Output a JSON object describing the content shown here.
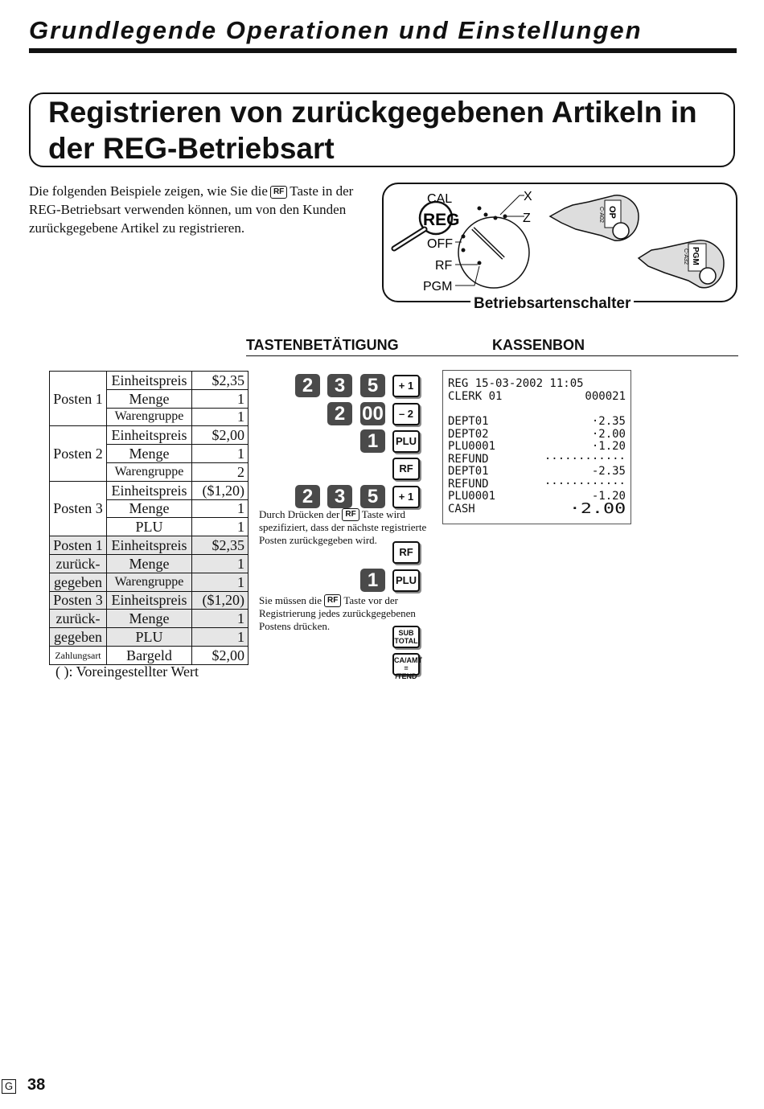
{
  "chapter_title": "Grundlegende Operationen und Einstellungen",
  "section_title": "Registrieren von zurückgegebenen Artikeln in der REG-Betriebsart",
  "intro": {
    "before_key": "Die folgenden Beispiele zeigen, wie Sie die",
    "key": "RF",
    "after_key": "Taste in der REG-Betriebsart verwenden können, um von den Kunden zurückgegebene Artikel zu registrieren."
  },
  "mode_switch": {
    "positions": [
      "CAL",
      "REG",
      "OFF",
      "RF",
      "PGM",
      "X",
      "Z"
    ],
    "keys": [
      {
        "label": "OP",
        "code": "C-A02"
      },
      {
        "label": "PGM",
        "code": "C-A32"
      }
    ],
    "caption": "Betriebsartenschalter"
  },
  "headers": {
    "keys": "TASTENBETÄTIGUNG",
    "receipt": "KASSENBON"
  },
  "setup_table": [
    {
      "item": "Posten 1",
      "rows": [
        [
          "Einheitspreis",
          "$2,35"
        ],
        [
          "Menge",
          "1"
        ],
        [
          "Warengruppe",
          "1"
        ]
      ]
    },
    {
      "item": "Posten 2",
      "rows": [
        [
          "Einheitspreis",
          "$2,00"
        ],
        [
          "Menge",
          "1"
        ],
        [
          "Warengruppe",
          "2"
        ]
      ]
    },
    {
      "item": "Posten 3",
      "rows": [
        [
          "Einheitspreis",
          "($1,20)"
        ],
        [
          "Menge",
          "1"
        ],
        [
          "PLU",
          "1"
        ]
      ]
    },
    {
      "item": [
        "Posten 1",
        "zurück-",
        "gegeben"
      ],
      "returned": true,
      "rows": [
        [
          "Einheitspreis",
          "$2,35"
        ],
        [
          "Menge",
          "1"
        ],
        [
          "Warengruppe",
          "1"
        ]
      ]
    },
    {
      "item": [
        "Posten 3",
        "zurück-",
        "gegeben"
      ],
      "returned": true,
      "rows": [
        [
          "Einheitspreis",
          "($1,20)"
        ],
        [
          "Menge",
          "1"
        ],
        [
          "PLU",
          "1"
        ]
      ]
    },
    {
      "item": "Zahlungsart",
      "rows": [
        [
          "Bargeld",
          "$2,00"
        ]
      ]
    }
  ],
  "footnote": "(  ): Voreingestellter Wert",
  "key_sequence": {
    "row1": [
      "2",
      "3",
      "5"
    ],
    "row1_fn": "+ 1",
    "row2": [
      "2",
      "00"
    ],
    "row2_fn": "– 2",
    "row3": [
      "1"
    ],
    "row3_fn": "PLU",
    "rf": "RF",
    "row5": [
      "2",
      "3",
      "5"
    ],
    "row5_fn": "+ 1",
    "rf2": "RF",
    "row7": [
      "1"
    ],
    "row7_fn": "PLU",
    "subtotal": [
      "SUB",
      "TOTAL"
    ],
    "tender": [
      "CA/AMT",
      "= /TEND"
    ]
  },
  "note1": {
    "before_key": "Durch Drücken der",
    "key": "RF",
    "after_key": "Taste wird spezifiziert, dass der nächste registrierte Posten zurückgegeben wird."
  },
  "note2": {
    "before_key": "Sie müssen die",
    "key": "RF",
    "after_key": "Taste vor der Registrierung jedes zurückgegebenen Postens drücken."
  },
  "receipt": {
    "header1": {
      "left": "REG  15-03-2002 11:05",
      "right": ""
    },
    "header2": {
      "left": "CLERK 01",
      "right": "000021"
    },
    "lines": [
      {
        "left": "DEPT01",
        "right": "·2.35"
      },
      {
        "left": "DEPT02",
        "right": "·2.00"
      },
      {
        "left": "PLU0001",
        "right": "·1.20"
      },
      {
        "left": "REFUND",
        "right": "············"
      },
      {
        "left": "DEPT01",
        "right": "-2.35"
      },
      {
        "left": "REFUND",
        "right": "············"
      },
      {
        "left": "PLU0001",
        "right": "-1.20"
      },
      {
        "left": "CASH",
        "right": "·2.00"
      }
    ]
  },
  "page": {
    "lang": "G",
    "number": "38"
  }
}
